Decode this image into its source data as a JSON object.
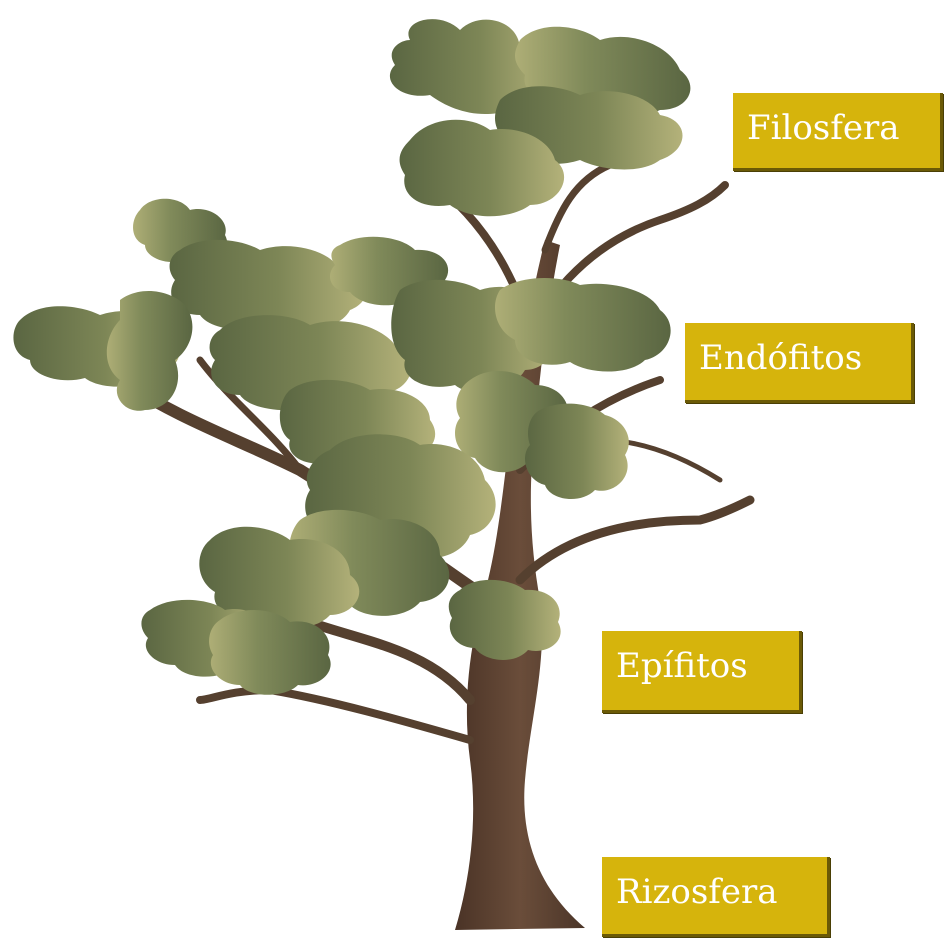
{
  "diagram": {
    "labels": {
      "filosfera": "Filosfera",
      "endofitos": "Endófitos",
      "epifitos": "Epífitos",
      "rizosfera": "Rizosfera"
    },
    "colors": {
      "label_bg": "#d6b40c",
      "label_text": "#ffffff",
      "trunk": "#5b4233",
      "foliage_dark": "#5f6b45",
      "foliage_light": "#a8a972"
    },
    "icons": [
      "tree-illustration"
    ]
  }
}
